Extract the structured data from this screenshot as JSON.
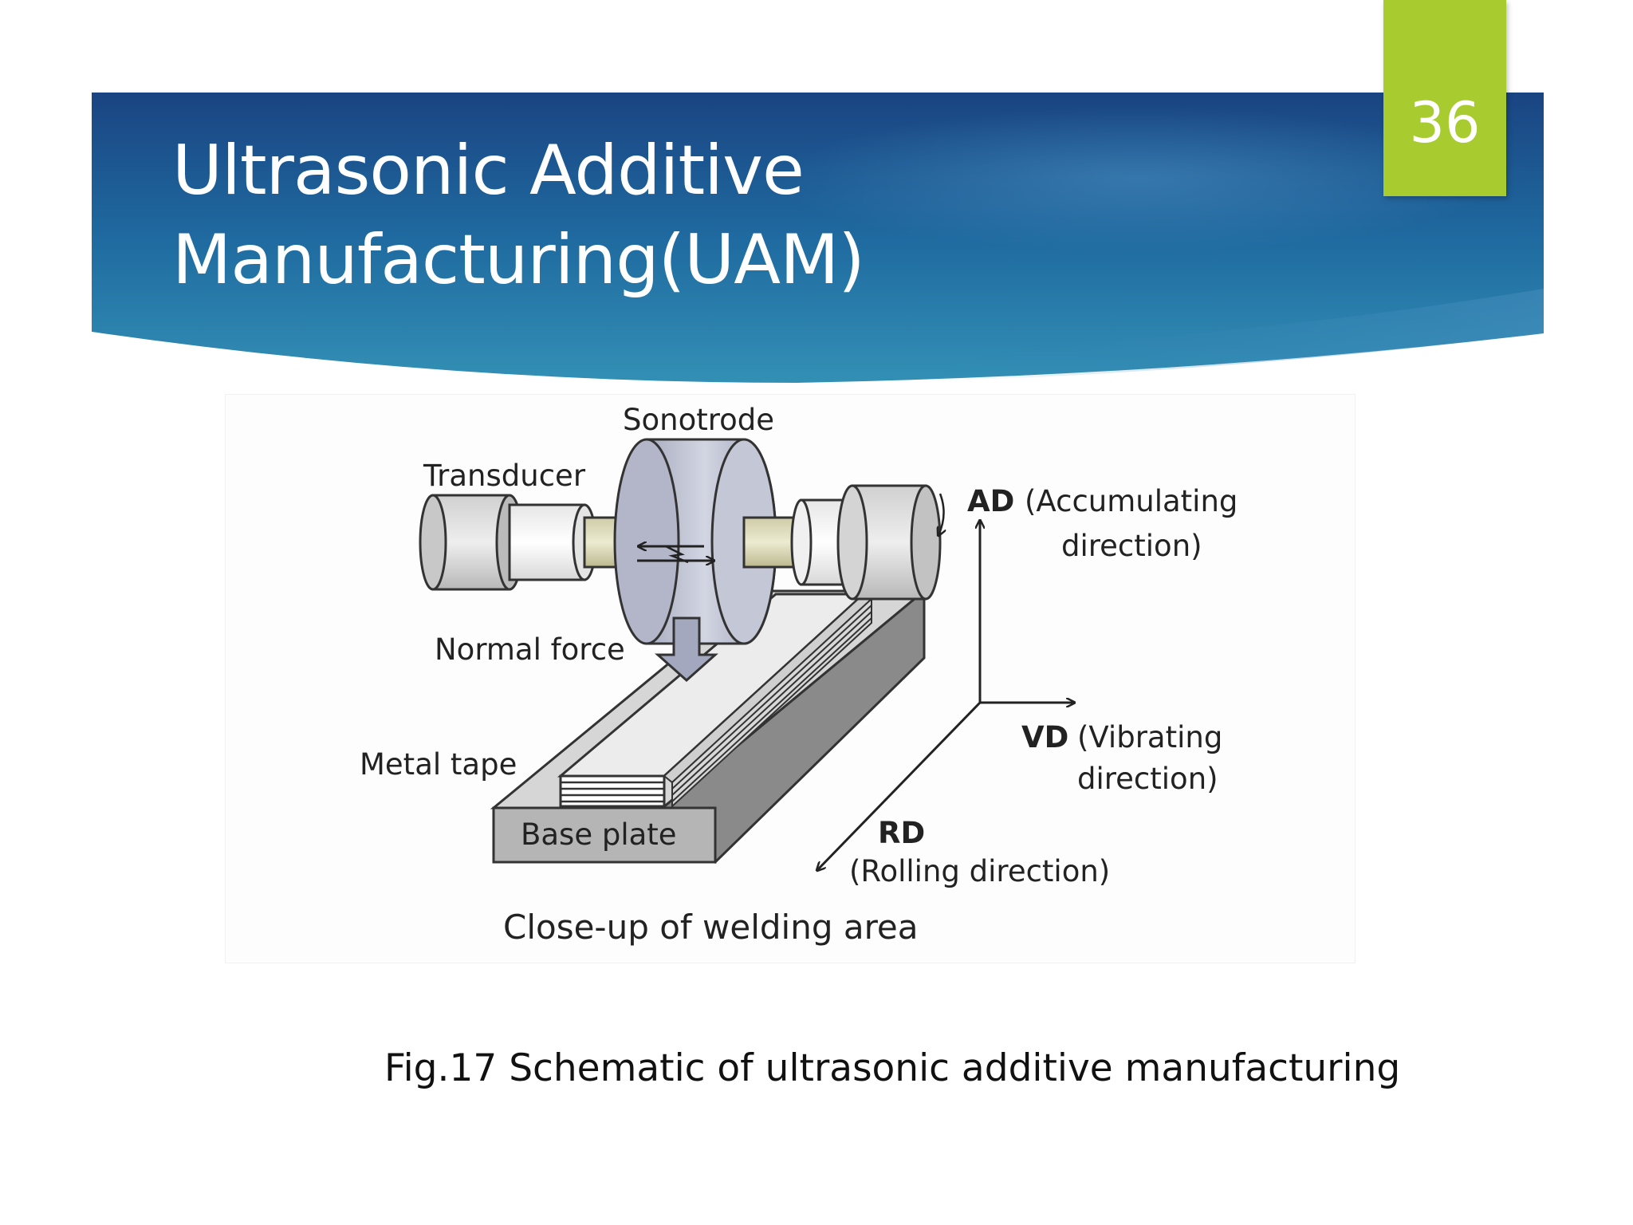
{
  "slide": {
    "title_line1": "Ultrasonic Additive",
    "title_line2": "Manufacturing(UAM)",
    "page_number": "36",
    "caption": "Fig.17 Schematic of ultrasonic additive manufacturing"
  },
  "colors": {
    "banner_dark": "#1a4482",
    "banner_mid": "#1f6aa0",
    "banner_light": "#3390b5",
    "badge_green": "#a8cc30",
    "title_text": "#ffffff"
  },
  "diagram": {
    "labels": {
      "sonotrode": "Sonotrode",
      "transducer": "Transducer",
      "normal_force": "Normal force",
      "metal_tape": "Metal tape",
      "base_plate": "Base plate",
      "ad_abbr": "AD",
      "ad_text": "(Accumulating",
      "ad_text2": "direction)",
      "vd_abbr": "VD",
      "vd_text": "(Vibrating",
      "vd_text2": "direction)",
      "rd_abbr": "RD",
      "rd_text": "(Rolling direction)",
      "closeup": "Close-up of welding area"
    }
  }
}
